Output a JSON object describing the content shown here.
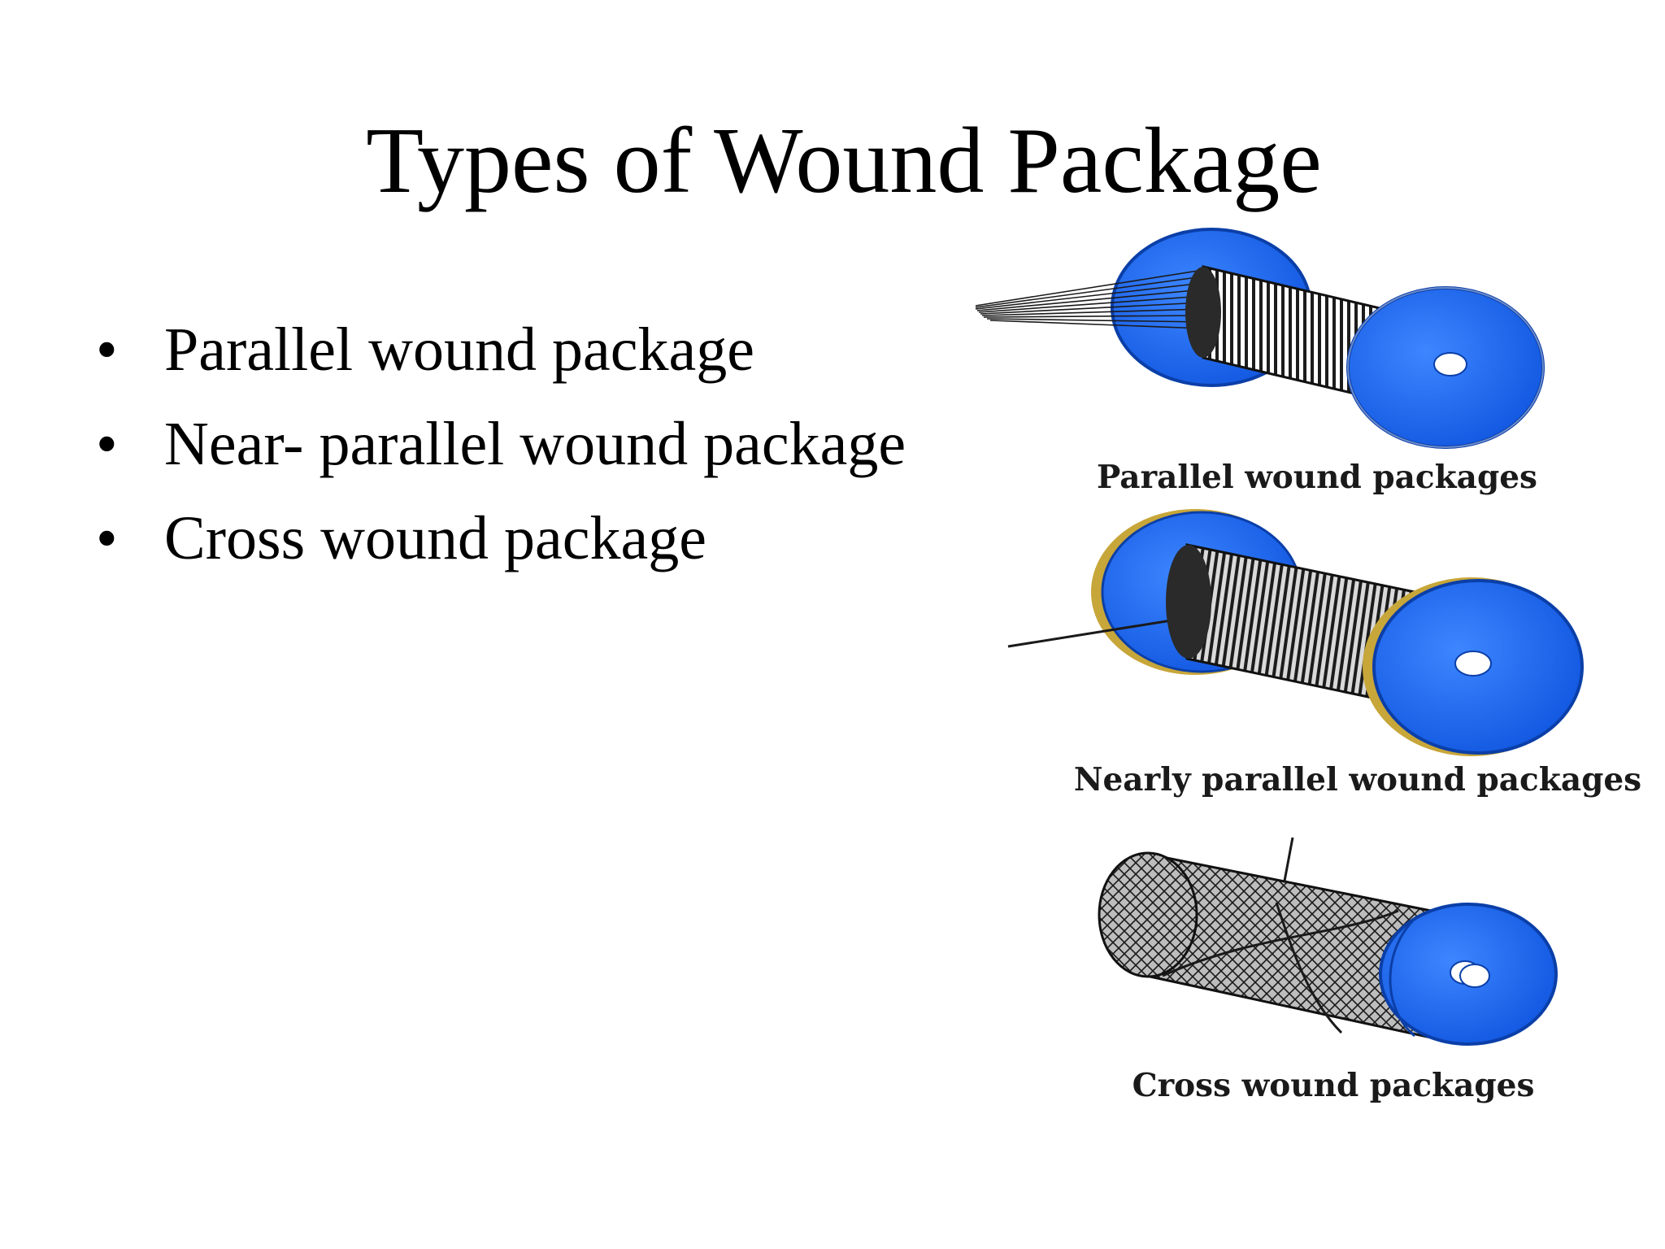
{
  "slide": {
    "title": "Types of Wound Package",
    "bullet_glyph": "•",
    "bullets": [
      "Parallel wound package",
      "Near- parallel wound package",
      "Cross wound package"
    ]
  },
  "figure": {
    "captions": {
      "parallel": "Parallel wound packages",
      "near_parallel": "Nearly parallel wound packages",
      "cross": "Cross wound packages"
    },
    "colors": {
      "flange": "#1565f0",
      "flange_dark": "#0b47b8",
      "winding": "#1c1c1c",
      "flange_rim_gold": "#c7a63a"
    }
  }
}
